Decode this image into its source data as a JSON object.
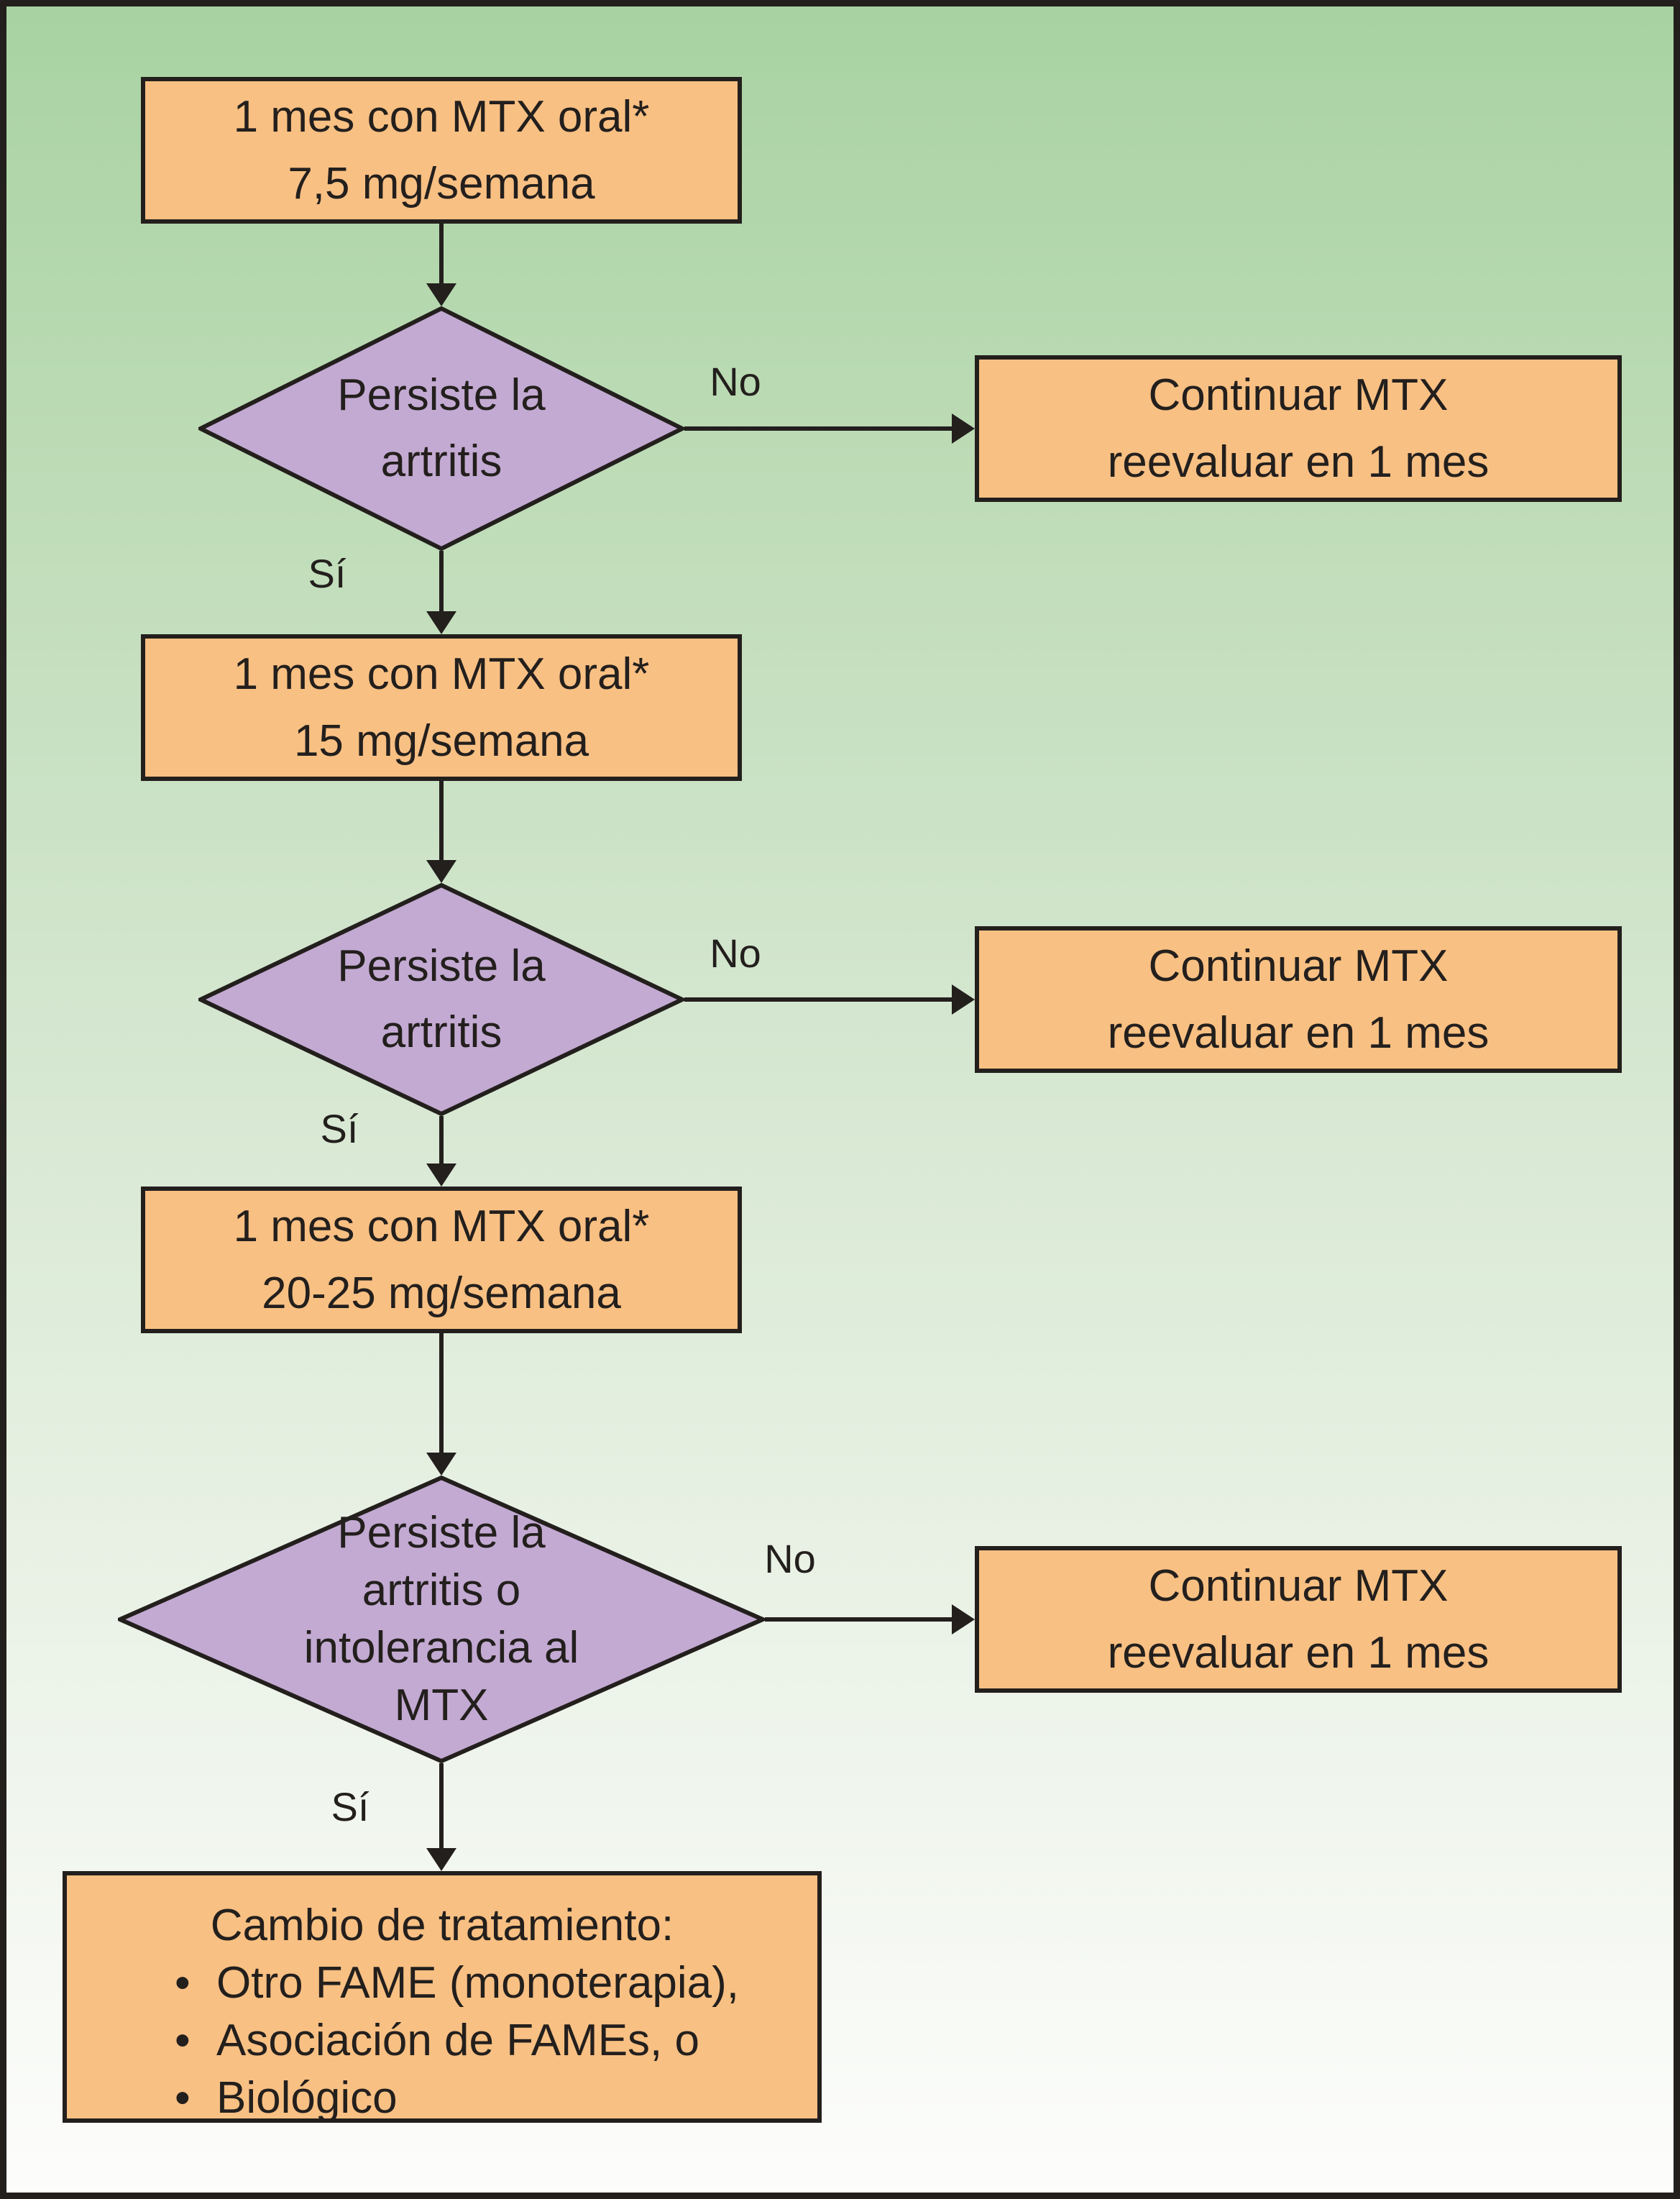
{
  "diagram": {
    "steps": [
      {
        "line1": "1 mes con MTX oral*",
        "line2": "7,5 mg/semana"
      },
      {
        "line1": "1 mes con MTX oral*",
        "line2": "15 mg/semana"
      },
      {
        "line1": "1 mes con MTX oral*",
        "line2": "20-25 mg/semana"
      }
    ],
    "decisions": [
      {
        "lines": [
          "Persiste la",
          "artritis"
        ]
      },
      {
        "lines": [
          "Persiste la",
          "artritis"
        ]
      },
      {
        "lines": [
          "Persiste la",
          "artritis o",
          "intolerancia al",
          "MTX"
        ]
      }
    ],
    "continue_boxes": [
      {
        "line1": "Continuar MTX",
        "line2": "reevaluar en 1 mes"
      },
      {
        "line1": "Continuar MTX",
        "line2": "reevaluar en 1 mes"
      },
      {
        "line1": "Continuar MTX",
        "line2": "reevaluar en 1 mes"
      }
    ],
    "no_labels": [
      "No",
      "No",
      "No"
    ],
    "yes_labels": [
      "Sí",
      "Sí",
      "Sí"
    ],
    "final_box": {
      "title": "Cambio de tratamiento:",
      "bullet_char": "•",
      "bullets": [
        "Otro FAME (monoterapia),",
        "Asociación de FAMEs, o",
        "Biológico"
      ]
    }
  },
  "colors": {
    "bg_top": "#a8d2a2",
    "bg_mid": "#d4e6cf",
    "bg_bottom": "#fdfdfc",
    "process_fill": "#f8c083",
    "decision_fill": "#c3aad2",
    "line": "#231f1d",
    "text": "#231f1d"
  }
}
